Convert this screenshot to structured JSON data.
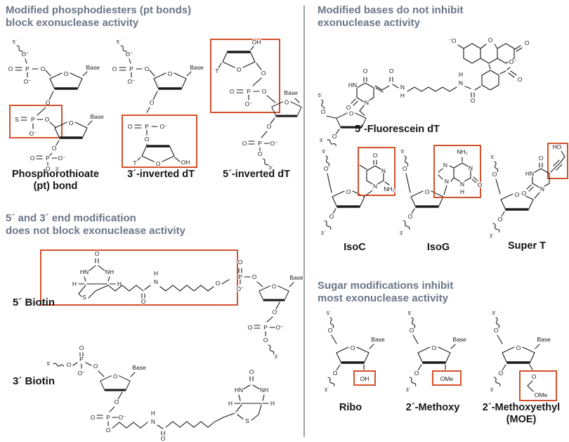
{
  "atoms": {
    "o": "O",
    "p": "P",
    "s": "S",
    "n": "N",
    "h": "H",
    "t": "T",
    "o_minus": "O⁻",
    "minus_o": "⁻O",
    "nh": "NH",
    "hn": "HN",
    "nh2": "NH₂",
    "oh": "OH",
    "ho": "HO",
    "ome": "OMe",
    "base": "Base",
    "five_prime": "5´",
    "three_prime": "3´"
  },
  "sections": {
    "phosphodiester": {
      "heading_line1": "Modified phosphodiesters (pt bonds)",
      "heading_line2": "block exonuclease activity",
      "pt_bond_label_line1": "Phosphorothioate",
      "pt_bond_label_line2": "(pt) bond",
      "inv3_label": "3´-inverted dT",
      "inv5_label": "5´-inverted dT"
    },
    "end_modification": {
      "heading_line1": "5´ and 3´ end modification",
      "heading_line2": "does not block exonuclease activity",
      "bio5_label": "5´ Biotin",
      "bio3_label": "3´ Biotin"
    },
    "modified_bases": {
      "heading_line1": "Modified bases do not inhibit",
      "heading_line2": "exonuclease activity",
      "fluorescein_label": "5´-Fluorescein dT",
      "isoc_label": "IsoC",
      "isog_label": "IsoG",
      "supert_label": "Super T"
    },
    "sugar_modifications": {
      "heading_line1": "Sugar modifications inhibit",
      "heading_line2": "most exonuclease activity",
      "ribo_label": "Ribo",
      "methoxy_label": "2´-Methoxy",
      "moe_label_line1": "2´-Methoxyethyl",
      "moe_label_line2": "(MOE)"
    }
  },
  "colors": {
    "heading_text": "#6a7687",
    "highlight_box": "#d4512c",
    "bond": "#1a1a1a",
    "divider": "#9ba1a6"
  }
}
